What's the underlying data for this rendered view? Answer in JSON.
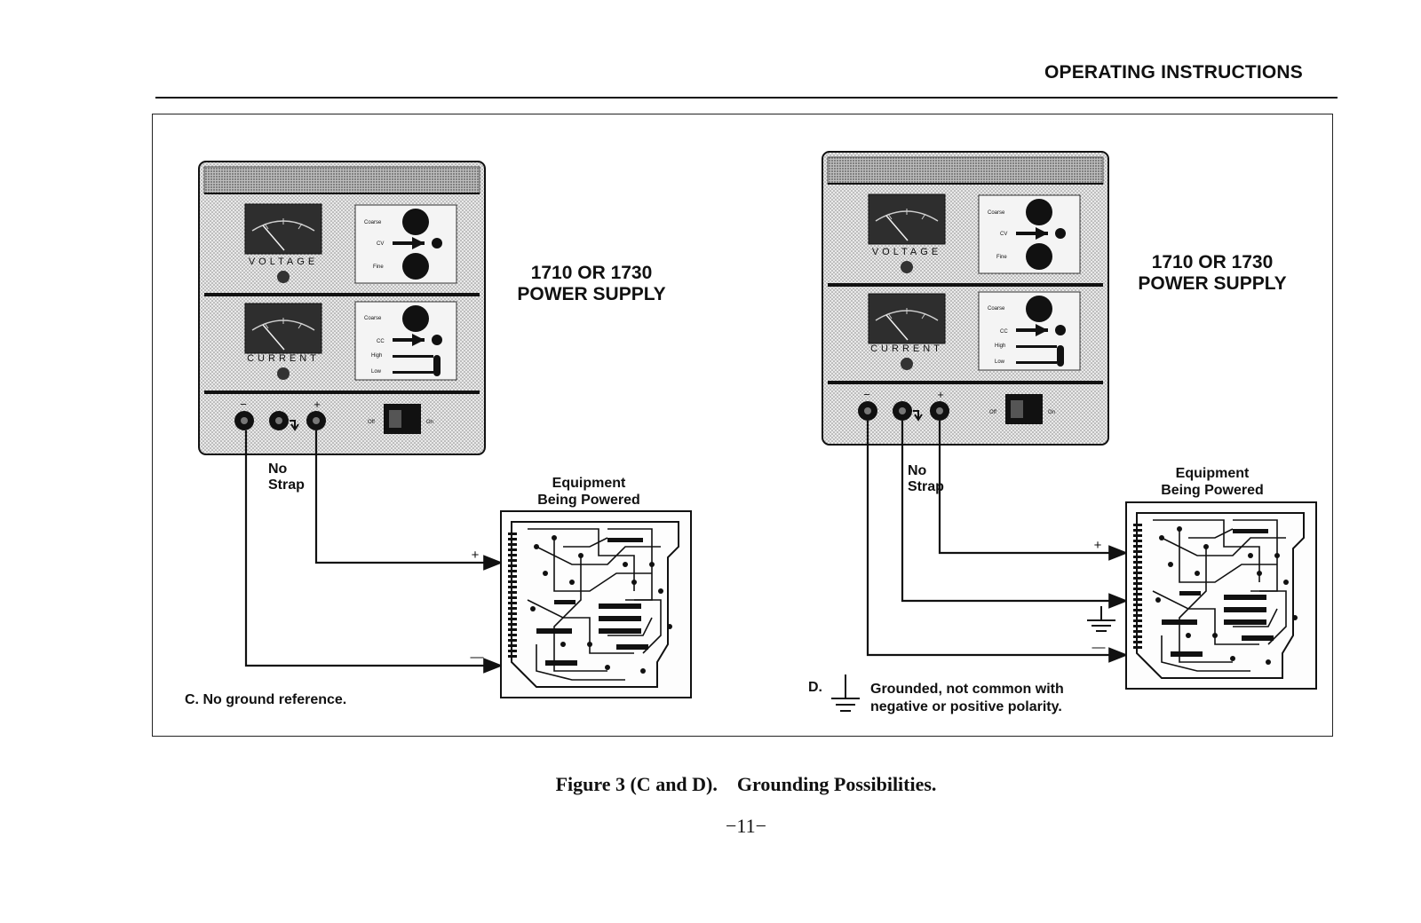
{
  "header": {
    "title": "OPERATING INSTRUCTIONS"
  },
  "figure": {
    "left": {
      "supply_label_line1": "1710 OR 1730",
      "supply_label_line2": "POWER SUPPLY",
      "strap_line1": "No",
      "strap_line2": "Strap",
      "equipment_line1": "Equipment",
      "equipment_line2": "Being Powered",
      "plus": "+",
      "minus": "—",
      "caption": "C. No ground reference."
    },
    "right": {
      "supply_label_line1": "1710 OR 1730",
      "supply_label_line2": "POWER SUPPLY",
      "strap_line1": "No",
      "strap_line2": "Strap",
      "equipment_line1": "Equipment",
      "equipment_line2": "Being Powered",
      "plus": "+",
      "minus": "—",
      "caption_letter": "D.",
      "caption_line1": "Grounded, not common with",
      "caption_line2": "negative or positive polarity."
    },
    "panel": {
      "voltage": "VOLTAGE",
      "current": "CURRENT",
      "coarse": "Coarse",
      "fine": "Fine",
      "cv": "CV",
      "cc": "CC",
      "high": "High",
      "low": "Low",
      "off": "Off",
      "on": "On",
      "terminal_minus": "−",
      "terminal_plus": "+"
    }
  },
  "caption": {
    "prefix": "Figure 3 (C and D).",
    "title": "Grounding Possibilities."
  },
  "page_number": "−11−"
}
